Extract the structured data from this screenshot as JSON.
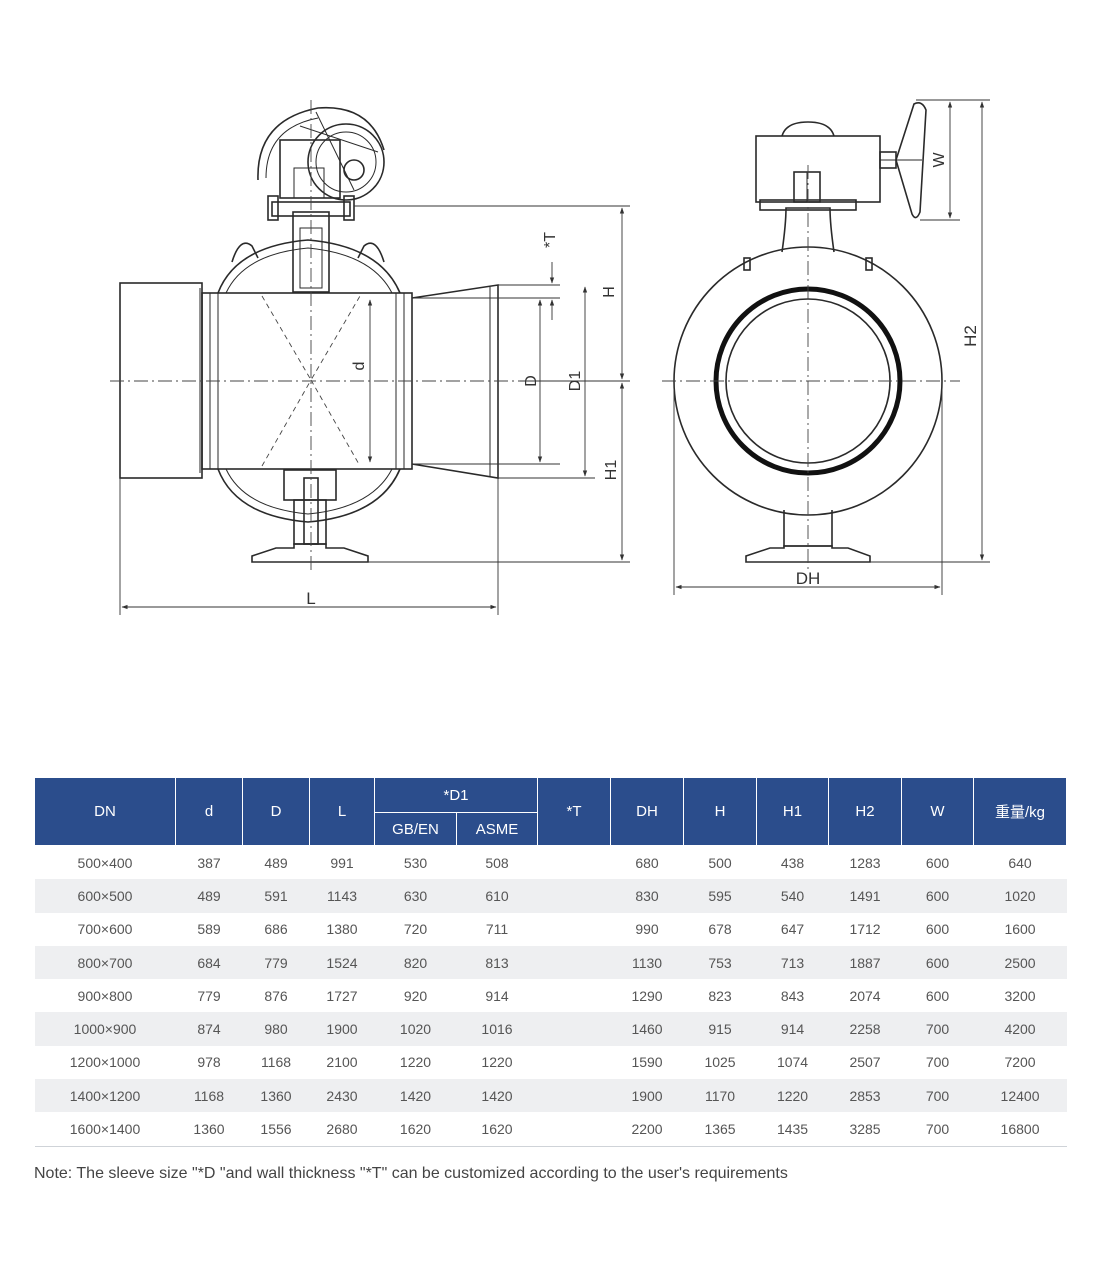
{
  "drawing": {
    "front_view": {
      "dimension_labels": {
        "t": "*T",
        "h": "H",
        "d": "d",
        "d_sleeve": "D",
        "d1": "D1",
        "h1": "H1",
        "l": "L"
      }
    },
    "side_view": {
      "dimension_labels": {
        "w": "W",
        "h2": "H2",
        "dh": "DH"
      }
    }
  },
  "table": {
    "header": {
      "dn": "DN",
      "d": "d",
      "d_sleeve": "D",
      "l": "L",
      "d1": "*D1",
      "d1_sub": [
        "GB/EN",
        "ASME"
      ],
      "t": "*T",
      "dh": "DH",
      "h": "H",
      "h1": "H1",
      "h2": "H2",
      "w": "W",
      "weight": "重量/kg"
    },
    "rows": [
      [
        "500×400",
        "387",
        "489",
        "991",
        "530",
        "508",
        "",
        "680",
        "500",
        "438",
        "1283",
        "600",
        "640"
      ],
      [
        "600×500",
        "489",
        "591",
        "1143",
        "630",
        "610",
        "",
        "830",
        "595",
        "540",
        "1491",
        "600",
        "1020"
      ],
      [
        "700×600",
        "589",
        "686",
        "1380",
        "720",
        "711",
        "",
        "990",
        "678",
        "647",
        "1712",
        "600",
        "1600"
      ],
      [
        "800×700",
        "684",
        "779",
        "1524",
        "820",
        "813",
        "",
        "1130",
        "753",
        "713",
        "1887",
        "600",
        "2500"
      ],
      [
        "900×800",
        "779",
        "876",
        "1727",
        "920",
        "914",
        "",
        "1290",
        "823",
        "843",
        "2074",
        "600",
        "3200"
      ],
      [
        "1000×900",
        "874",
        "980",
        "1900",
        "1020",
        "1016",
        "",
        "1460",
        "915",
        "914",
        "2258",
        "700",
        "4200"
      ],
      [
        "1200×1000",
        "978",
        "1168",
        "2100",
        "1220",
        "1220",
        "",
        "1590",
        "1025",
        "1074",
        "2507",
        "700",
        "7200"
      ],
      [
        "1400×1200",
        "1168",
        "1360",
        "2430",
        "1420",
        "1420",
        "",
        "1900",
        "1170",
        "1220",
        "2853",
        "700",
        "12400"
      ],
      [
        "1600×1400",
        "1360",
        "1556",
        "2680",
        "1620",
        "1620",
        "",
        "2200",
        "1365",
        "1435",
        "3285",
        "700",
        "16800"
      ]
    ]
  },
  "note": "Note: The sleeve size \"*D \"and wall thickness \"*T\" can be customized according to the user's requirements"
}
